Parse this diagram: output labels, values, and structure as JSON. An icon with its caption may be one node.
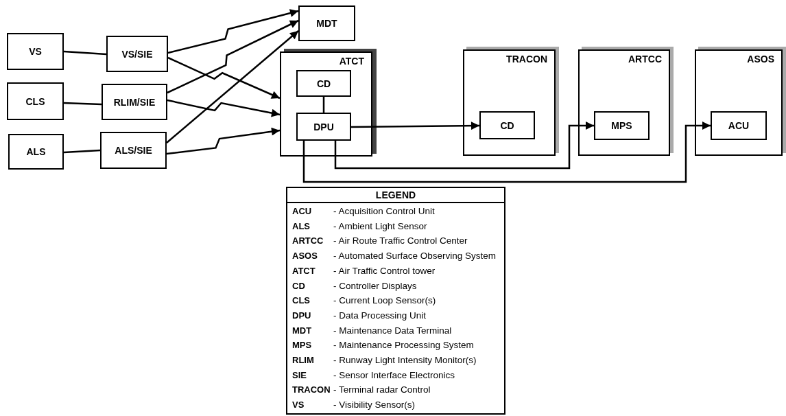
{
  "diagram": {
    "nodes": [
      {
        "text": [
          "VS"
        ]
      },
      {
        "text": [
          "VS/SIE"
        ]
      },
      {
        "text": [
          "MDT"
        ]
      },
      {
        "text": [
          "CLS"
        ]
      },
      {
        "text": [
          "RLIM/SIE"
        ]
      },
      {
        "text": [
          "ALS"
        ]
      },
      {
        "text": [
          "ALS/SIE"
        ]
      },
      {
        "text": [
          "ATCT"
        ]
      },
      {
        "text": [
          "CD"
        ],
        "in": 7
      },
      {
        "text": [
          "DPU"
        ],
        "in": 7
      },
      {
        "text": [
          "TRACON"
        ]
      },
      {
        "text": [
          "CD"
        ],
        "in": 10
      },
      {
        "text": [
          "ARTCC"
        ]
      },
      {
        "text": [
          "MPS"
        ],
        "in": 12
      },
      {
        "text": [
          "ASOS"
        ]
      },
      {
        "text": [
          "ACU"
        ],
        "in": 14
      }
    ],
    "edges": [
      {
        "from": 0,
        "to": 1,
        "arrow": "none"
      },
      {
        "from": 3,
        "to": 4,
        "arrow": "none"
      },
      {
        "from": 5,
        "to": 6,
        "arrow": "none"
      },
      {
        "from": 1,
        "to": 2,
        "arrow": "to"
      },
      {
        "from": 4,
        "to": 2,
        "arrow": "to"
      },
      {
        "from": 6,
        "to": 2,
        "arrow": "to"
      },
      {
        "from": 1,
        "to": 7,
        "arrow": "to"
      },
      {
        "from": 4,
        "to": 7,
        "arrow": "to"
      },
      {
        "from": 6,
        "to": 7,
        "arrow": "to"
      },
      {
        "from": 8,
        "to": 9,
        "arrow": "none"
      },
      {
        "from": 9,
        "to": 11,
        "arrow": "to"
      },
      {
        "from": 9,
        "to": 13,
        "arrow": "to"
      },
      {
        "from": 9,
        "to": 15,
        "arrow": "to"
      }
    ],
    "labels": [
      "LEGEND",
      "ACU",
      "- Acquisition Control Unit",
      "ALS",
      "- Ambient Light Sensor",
      "ARTCC",
      "- Air Route Traffic Control Center",
      "ASOS",
      "- Automated Surface Observing System",
      "ATCT",
      "- Air Traffic Control tower",
      "CD",
      "- Controller Displays",
      "CLS",
      "- Current Loop Sensor(s)",
      "DPU",
      "- Data Processing Unit",
      "MDT",
      "- Maintenance Data Terminal",
      "MPS",
      "- Maintenance Processing System",
      "RLIM",
      "- Runway Light Intensity Monitor(s)",
      "SIE",
      "- Sensor Interface Electronics",
      "TRACON",
      "- Terminal radar Control",
      "VS",
      "- Visibility Sensor(s)"
    ]
  }
}
